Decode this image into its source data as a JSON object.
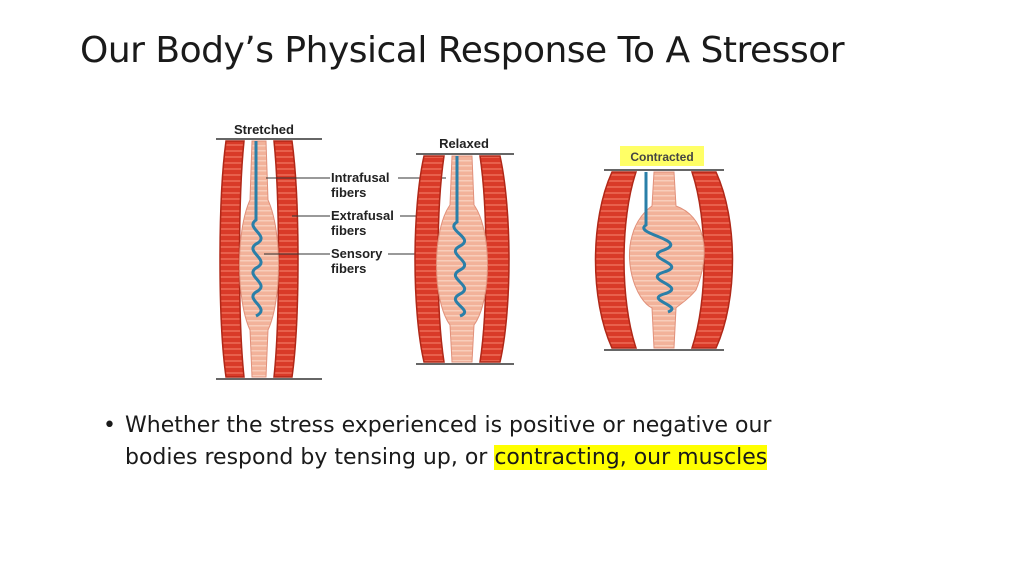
{
  "slide": {
    "title": "Our Body’s Physical Response To A Stressor",
    "bullet": {
      "symbol": "•",
      "text_plain": "Whether the stress experienced is positive or negative our bodies respond by tensing up, or ",
      "text_highlighted": "contracting, our muscles",
      "highlight_color": "#ffff00"
    }
  },
  "diagram": {
    "states": [
      {
        "label": "Stretched"
      },
      {
        "label": "Relaxed"
      },
      {
        "label": "Contracted",
        "label_highlighted": true
      }
    ],
    "callouts": [
      {
        "line1": "Intrafusal",
        "line2": "fibers"
      },
      {
        "line1": "Extrafusal",
        "line2": "fibers"
      },
      {
        "line1": "Sensory",
        "line2": "fibers"
      }
    ],
    "colors": {
      "extrafusal": "#d93a28",
      "extrafusal_dark": "#b02818",
      "intrafusal": "#f4b7a0",
      "spindle_capsule": "#f6c8b3",
      "sensory_nerve": "#2a7fa8"
    }
  }
}
